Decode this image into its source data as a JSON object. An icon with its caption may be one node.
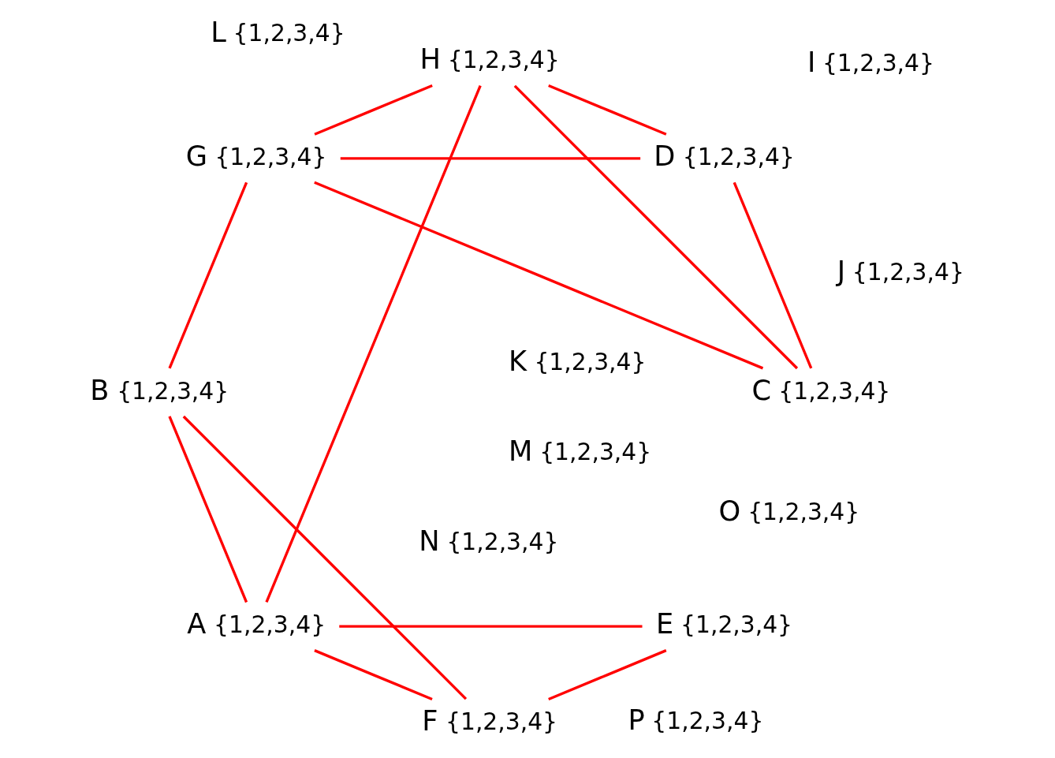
{
  "diagram": {
    "nodes": [
      {
        "text": [
          "A"
        ],
        "beside": [
          "{1,2,3,4}"
        ]
      },
      {
        "text": [
          "B"
        ],
        "beside": [
          "{1,2,3,4}"
        ]
      },
      {
        "text": [
          "C"
        ],
        "beside": [
          "{1,2,3,4}"
        ]
      },
      {
        "text": [
          "D"
        ],
        "beside": [
          "{1,2,3,4}"
        ]
      },
      {
        "text": [
          "E"
        ],
        "beside": [
          "{1,2,3,4}"
        ]
      },
      {
        "text": [
          "F"
        ],
        "beside": [
          "{1,2,3,4}"
        ]
      },
      {
        "text": [
          "G"
        ],
        "beside": [
          "{1,2,3,4}"
        ]
      },
      {
        "text": [
          "H"
        ],
        "beside": [
          "{1,2,3,4}"
        ]
      },
      {
        "text": [
          "I"
        ],
        "beside": [
          "{1,2,3,4}"
        ]
      },
      {
        "text": [
          "J"
        ],
        "beside": [
          "{1,2,3,4}"
        ]
      },
      {
        "text": [
          "K"
        ],
        "beside": [
          "{1,2,3,4}"
        ]
      },
      {
        "text": [
          "L"
        ],
        "beside": [
          "{1,2,3,4}"
        ]
      },
      {
        "text": [
          "M"
        ],
        "beside": [
          "{1,2,3,4}"
        ]
      },
      {
        "text": [
          "N"
        ],
        "beside": [
          "{1,2,3,4}"
        ]
      },
      {
        "text": [
          "O"
        ],
        "beside": [
          "{1,2,3,4}"
        ]
      },
      {
        "text": [
          "P"
        ],
        "beside": [
          "{1,2,3,4}"
        ]
      }
    ],
    "edges": [
      {
        "from": 0,
        "to": 1,
        "arrow": "none"
      },
      {
        "from": 0,
        "to": 7,
        "arrow": "none"
      },
      {
        "from": 0,
        "to": 4,
        "arrow": "none"
      },
      {
        "from": 0,
        "to": 5,
        "arrow": "none"
      },
      {
        "from": 1,
        "to": 6,
        "arrow": "none"
      },
      {
        "from": 1,
        "to": 5,
        "arrow": "none"
      },
      {
        "from": 2,
        "to": 3,
        "arrow": "none"
      },
      {
        "from": 2,
        "to": 7,
        "arrow": "none"
      },
      {
        "from": 2,
        "to": 6,
        "arrow": "none"
      },
      {
        "from": 3,
        "to": 7,
        "arrow": "none"
      },
      {
        "from": 3,
        "to": 6,
        "arrow": "none"
      },
      {
        "from": 4,
        "to": 5,
        "arrow": "none"
      },
      {
        "from": 7,
        "to": 6,
        "arrow": "none"
      }
    ]
  }
}
